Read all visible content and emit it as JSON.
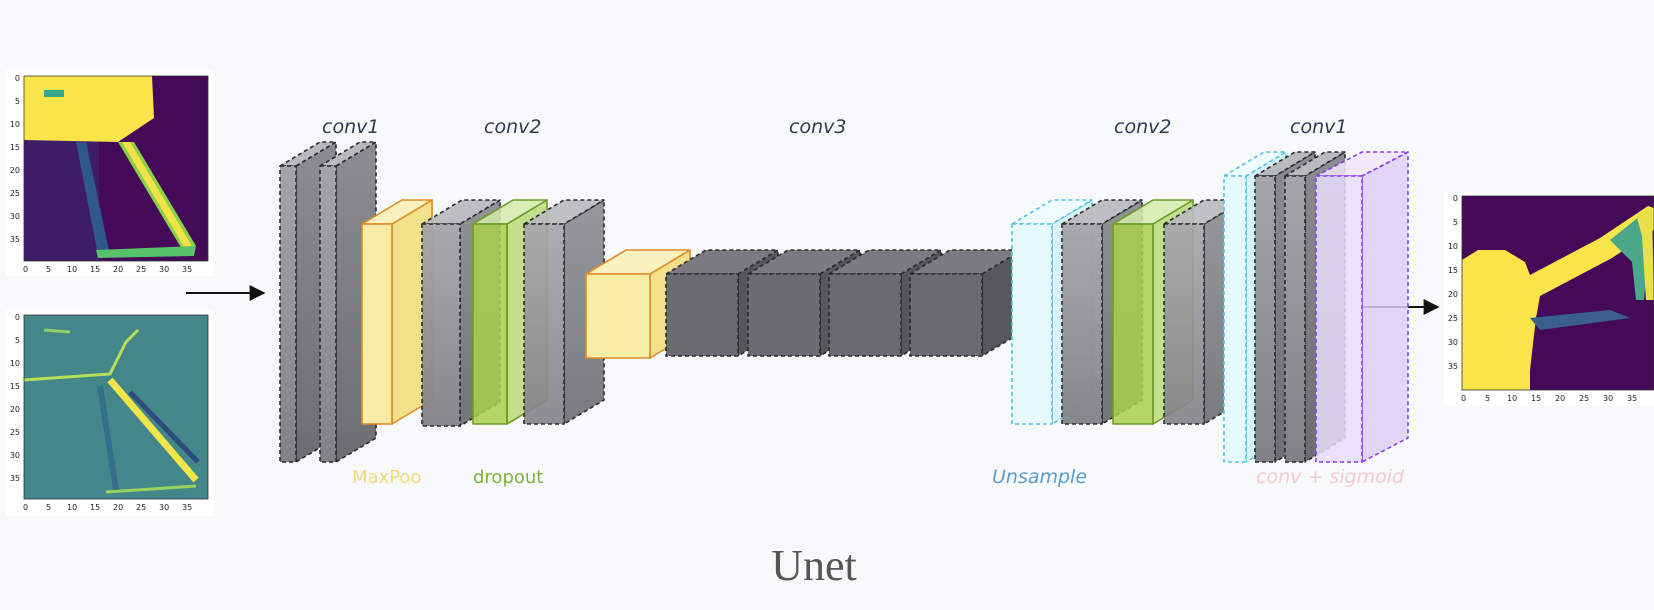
{
  "title": "Unet",
  "stage_labels": {
    "enc1": "conv1",
    "enc2": "conv2",
    "bottleneck": "conv3",
    "dec2": "conv2",
    "dec1": "conv1"
  },
  "legend": {
    "maxpool": "MaxPoo",
    "dropout": "dropout",
    "upsample": "Unsample",
    "conv_sigmoid": "conv + sigmoid"
  },
  "colors": {
    "background": "#f8f9fb",
    "conv_block": "#8e8f94",
    "bottleneck_block": "#6a6a70",
    "maxpool_fill": "#f9eca4",
    "maxpool_edge": "#e08a26",
    "dropout_fill": "#a9cf4f",
    "dropout_edge": "#6d9a2a",
    "upsample_fill": "#e4f8fd",
    "upsample_edge": "#56c3df",
    "sigmoid_fill": "#e8defb",
    "sigmoid_edge": "#8a3cf0",
    "stage_label": "#2f3d52",
    "maxpool_label": "#f5d77a",
    "dropout_label": "#7bb33c",
    "upsample_label": "#5b9bd0",
    "sigmoid_label": "#f6c9cf",
    "title": "#555555"
  },
  "input_image_1": {
    "x_ticks": [
      "0",
      "5",
      "10",
      "15",
      "20",
      "25",
      "30",
      "35"
    ],
    "y_ticks": [
      "0",
      "5",
      "10",
      "15",
      "20",
      "25",
      "30",
      "35"
    ]
  },
  "input_image_2": {
    "x_ticks": [
      "0",
      "5",
      "10",
      "15",
      "20",
      "25",
      "30",
      "35"
    ],
    "y_ticks": [
      "0",
      "5",
      "10",
      "15",
      "20",
      "25",
      "30",
      "35"
    ]
  },
  "output_image": {
    "x_ticks": [
      "0",
      "5",
      "10",
      "15",
      "20",
      "25",
      "30",
      "35"
    ],
    "y_ticks": [
      "0",
      "5",
      "10",
      "15",
      "20",
      "25",
      "30",
      "35"
    ]
  }
}
